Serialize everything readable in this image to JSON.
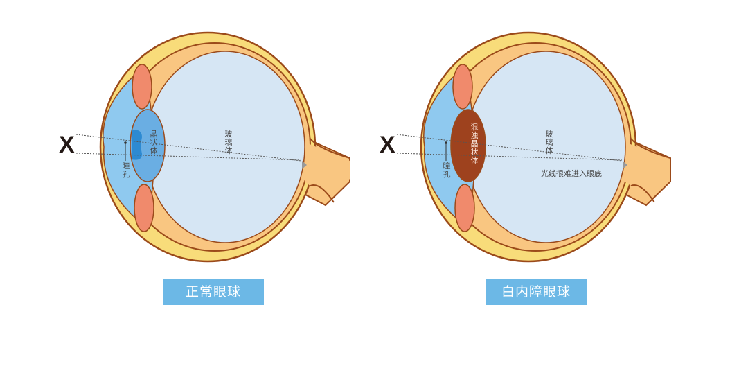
{
  "colors": {
    "sclera": "#f8dc7a",
    "choroid": "#f9c681",
    "outline": "#9b4a1a",
    "vitreous": "#d6e6f4",
    "cornea_chamber": "#8fc9ef",
    "normal_lens": "#6aaee3",
    "pupil_spot": "#2d8ad2",
    "cataract_lens": "#9e421e",
    "ciliary": "#f08a6c",
    "caption_bg": "#6cb8e6"
  },
  "panels": [
    {
      "id": "normal",
      "object_label": "X",
      "pupil_label": "瞳孔",
      "lens_label": "晶状体",
      "vitreous_label": "玻璃体",
      "caption": "正常眼球"
    },
    {
      "id": "cataract",
      "object_label": "X",
      "pupil_label": "瞳孔",
      "lens_label": "混浊晶状体",
      "vitreous_label": "玻璃体",
      "note": "光线很难进入眼底",
      "caption": "白内障眼球"
    }
  ]
}
